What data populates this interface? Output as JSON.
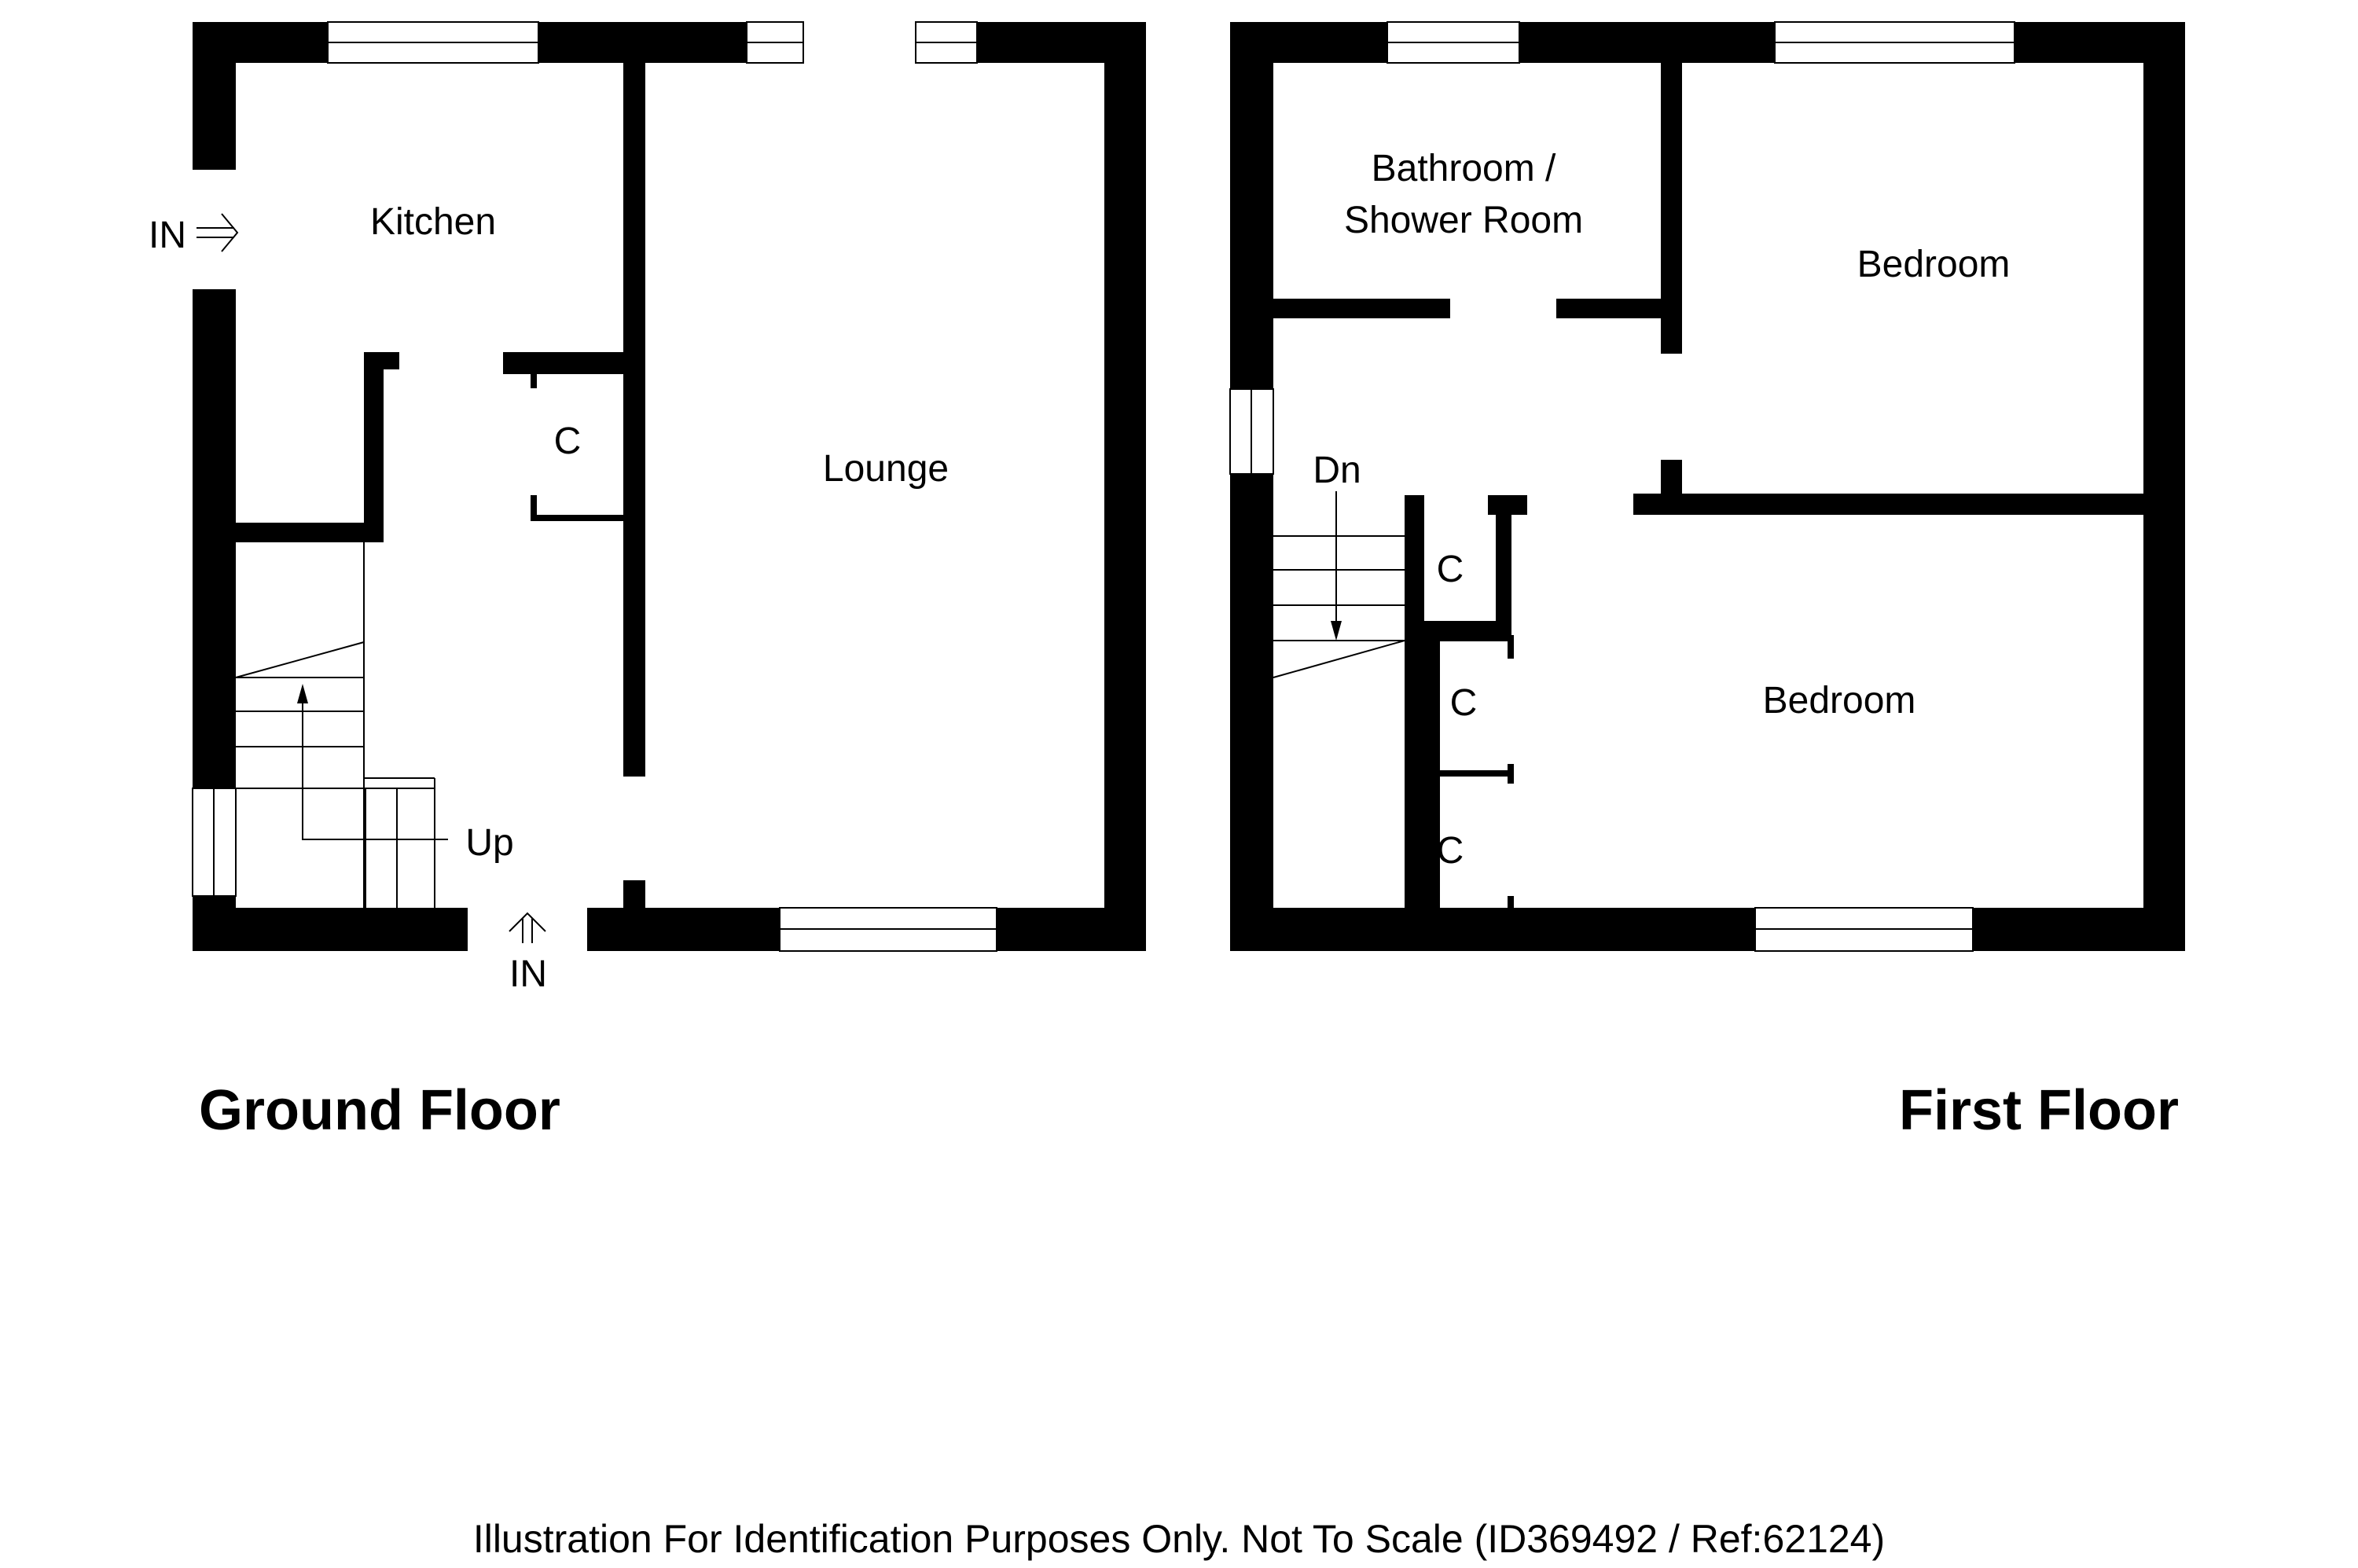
{
  "ground_floor": {
    "title": "Ground Floor",
    "rooms": {
      "kitchen": "Kitchen",
      "lounge": "Lounge",
      "cupboard": "C"
    },
    "stairs_label": "Up",
    "entrance_labels": {
      "side": "IN",
      "front": "IN"
    }
  },
  "first_floor": {
    "title": "First Floor",
    "rooms": {
      "bathroom_line1": "Bathroom /",
      "bathroom_line2": "Shower Room",
      "bedroom_1": "Bedroom",
      "bedroom_2": "Bedroom",
      "cupboard_1": "C",
      "cupboard_2": "C",
      "cupboard_3": "C"
    },
    "stairs_label": "Dn"
  },
  "footer": {
    "note": "Illustration For Identification Purposes Only. Not To Scale (ID369492 / Ref:62124)"
  }
}
